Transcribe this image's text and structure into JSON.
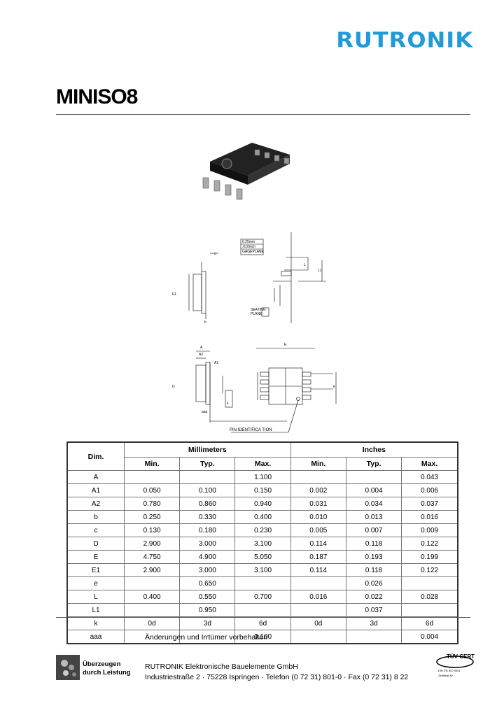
{
  "header": {
    "brand": "RUTRONIK",
    "title": "MINISO8",
    "brand_color": "#1f9bd7"
  },
  "drawing": {
    "labels": {
      "case_box_line1": "0.25mm",
      "case_box_line2": ".010inch",
      "case_box_line3": "GAGEPLANE",
      "seating_plane_1": "SEATING",
      "seating_plane_2": "PLANE",
      "pin_identification": "PIN IDENTIFICA TION",
      "A": "A",
      "A1": "A1",
      "A2": "A2",
      "E": "E",
      "E1": "E1",
      "L": "L",
      "L1": "L1",
      "D": "D",
      "b": "b",
      "c": "c",
      "e": "e",
      "k": "k",
      "aaa": "aaa"
    }
  },
  "table": {
    "headers": {
      "dim": "Dim.",
      "mm": "Millimeters",
      "inch": "Inches",
      "min": "Min.",
      "typ": "Typ.",
      "max": "Max."
    },
    "rows": [
      {
        "dim": "A",
        "mm_min": "",
        "mm_typ": "",
        "mm_max": "1.100",
        "in_min": "",
        "in_typ": "",
        "in_max": "0.043"
      },
      {
        "dim": "A1",
        "mm_min": "0.050",
        "mm_typ": "0.100",
        "mm_max": "0.150",
        "in_min": "0.002",
        "in_typ": "0.004",
        "in_max": "0.006"
      },
      {
        "dim": "A2",
        "mm_min": "0.780",
        "mm_typ": "0.860",
        "mm_max": "0.940",
        "in_min": "0.031",
        "in_typ": "0.034",
        "in_max": "0.037"
      },
      {
        "dim": "b",
        "mm_min": "0.250",
        "mm_typ": "0.330",
        "mm_max": "0.400",
        "in_min": "0.010",
        "in_typ": "0.013",
        "in_max": "0.016"
      },
      {
        "dim": "c",
        "mm_min": "0.130",
        "mm_typ": "0.180",
        "mm_max": "0.230",
        "in_min": "0.005",
        "in_typ": "0.007",
        "in_max": "0.009"
      },
      {
        "dim": "D",
        "mm_min": "2.900",
        "mm_typ": "3.000",
        "mm_max": "3.100",
        "in_min": "0.114",
        "in_typ": "0.118",
        "in_max": "0.122"
      },
      {
        "dim": "E",
        "mm_min": "4.750",
        "mm_typ": "4.900",
        "mm_max": "5.050",
        "in_min": "0.187",
        "in_typ": "0.193",
        "in_max": "0.199"
      },
      {
        "dim": "E1",
        "mm_min": "2.900",
        "mm_typ": "3.000",
        "mm_max": "3.100",
        "in_min": "0.114",
        "in_typ": "0.118",
        "in_max": "0.122"
      },
      {
        "dim": "e",
        "mm_min": "",
        "mm_typ": "0.650",
        "mm_max": "",
        "in_min": "",
        "in_typ": "0.026",
        "in_max": ""
      },
      {
        "dim": "L",
        "mm_min": "0.400",
        "mm_typ": "0.550",
        "mm_max": "0.700",
        "in_min": "0.016",
        "in_typ": "0.022",
        "in_max": "0.028"
      },
      {
        "dim": "L1",
        "mm_min": "",
        "mm_typ": "0.950",
        "mm_max": "",
        "in_min": "",
        "in_typ": "0.037",
        "in_max": ""
      },
      {
        "dim": "k",
        "mm_min": "0d",
        "mm_typ": "3d",
        "mm_max": "6d",
        "in_min": "0d",
        "in_typ": "3d",
        "in_max": "6d"
      },
      {
        "dim": "aaa",
        "mm_min": "",
        "mm_typ": "",
        "mm_max": "0.100",
        "in_min": "",
        "in_typ": "",
        "in_max": "0.004"
      }
    ]
  },
  "footer": {
    "notice": "Änderungen und Irrtümer vorbehalten",
    "seal_line1": "Überzeugen",
    "seal_line2": "durch Leistung",
    "company": "RUTRONIK Elektronische Bauelemente GmbH",
    "address": "Industriestraße 2 · 75228 Ispringen · Telefon (0 72 31) 801-0 · Fax (0 72 31) 8 22",
    "cert_logo": "TÜV CERT",
    "cert_text1": "DIN EN ISO 9001",
    "cert_text2": "Zertifikat-Nr.",
    "icons": [
      "seal-logo-icon",
      "tuv-cert-icon"
    ]
  }
}
